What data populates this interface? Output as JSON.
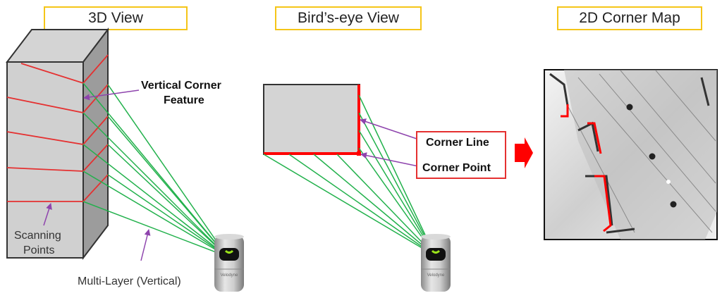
{
  "panels": {
    "view3d": {
      "title": "3D View"
    },
    "birdseye": {
      "title": "Bird’s-eye View"
    },
    "cornermap": {
      "title": "2D Corner Map"
    }
  },
  "labels": {
    "vertical_corner_feature": [
      "Vertical Corner",
      "Feature"
    ],
    "scanning_points": [
      "Scanning",
      "Points"
    ],
    "multi_layer": "Multi-Layer (Vertical)",
    "corner_line": "Corner Line",
    "corner_point": "Corner Point"
  },
  "sensor": {
    "brand": "Velodyne",
    "icon": "lidar-sensor-icon"
  },
  "colors": {
    "title_border": "#f5c518",
    "scan_line": "#e53030",
    "laser_beam": "#22b14c",
    "pointer_arrow": "#8e44ad",
    "corner_highlight": "#ff0000"
  }
}
